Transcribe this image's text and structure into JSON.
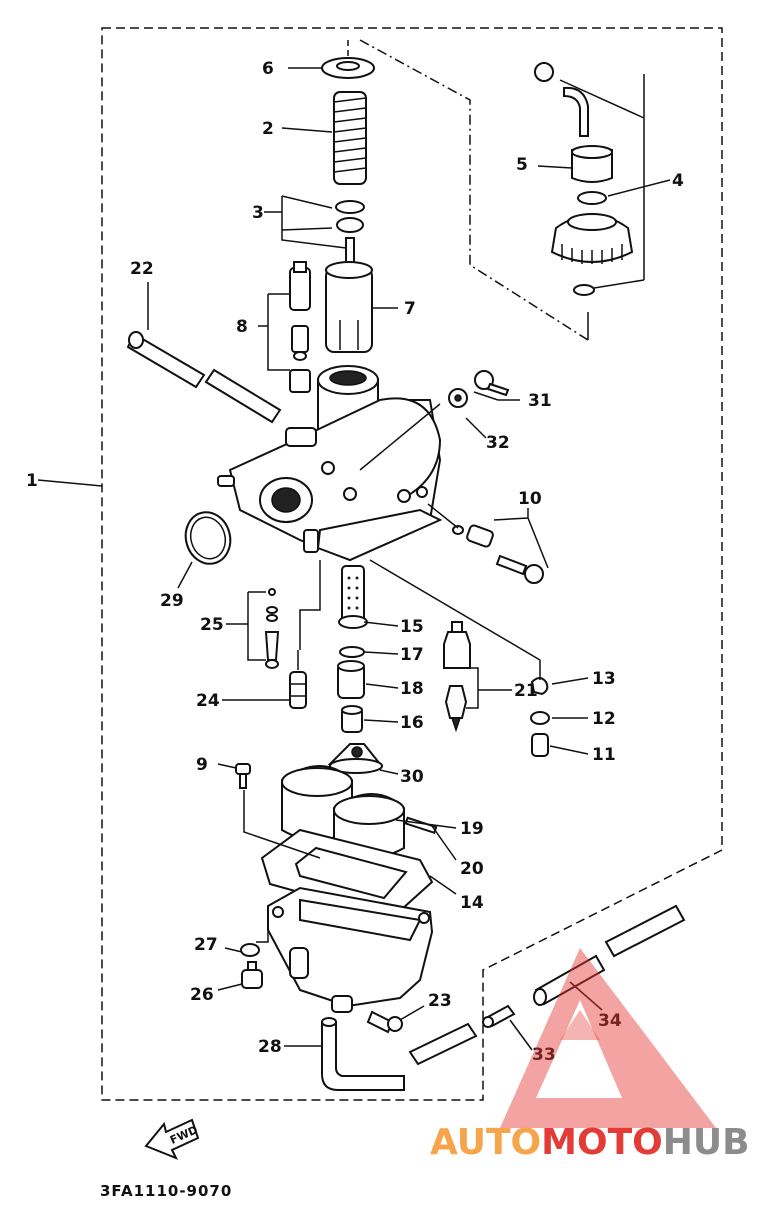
{
  "diagram": {
    "code": "3FA1110-9070",
    "fwd_label": "FWD",
    "callouts": {
      "c1": "1",
      "c2": "2",
      "c3": "3",
      "c4": "4",
      "c5": "5",
      "c6": "6",
      "c7": "7",
      "c8": "8",
      "c9": "9",
      "c10": "10",
      "c11": "11",
      "c12": "12",
      "c13": "13",
      "c14": "14",
      "c15": "15",
      "c16": "16",
      "c17": "17",
      "c18": "18",
      "c19": "19",
      "c20": "20",
      "c21": "21",
      "c22": "22",
      "c23": "23",
      "c24": "24",
      "c25": "25",
      "c26": "26",
      "c27": "27",
      "c28": "28",
      "c29": "29",
      "c30": "30",
      "c31": "31",
      "c32": "32",
      "c33": "33",
      "c34": "34"
    }
  },
  "watermark": {
    "part1": "AUTO",
    "part2": "MOTO",
    "part3": "HUB",
    "colors": {
      "orange": "#f6a54a",
      "red": "#e33b36",
      "gray": "#8c8c8c"
    }
  }
}
